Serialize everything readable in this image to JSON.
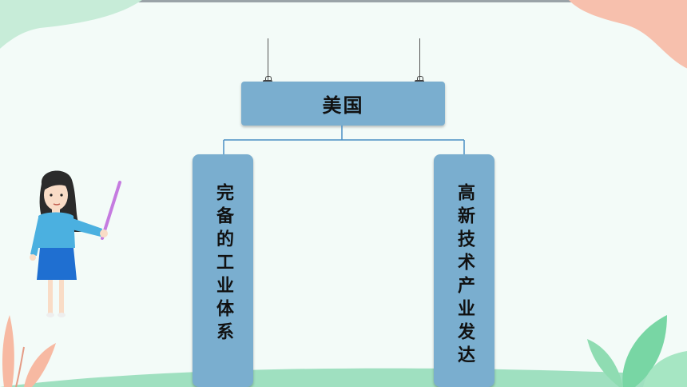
{
  "slide": {
    "title": "美国",
    "left_column": "完备的工业体系",
    "right_column": "高新技术产业发达"
  },
  "colors": {
    "background": "#f3fbf8",
    "board": "#7aaecf",
    "connector": "#4a8fc4",
    "accent_green": "#5fcf9a",
    "accent_peach": "#f7c0ad"
  },
  "icons": [
    "teacher-illustration",
    "leaf-decoration",
    "binder-clip-icon"
  ]
}
